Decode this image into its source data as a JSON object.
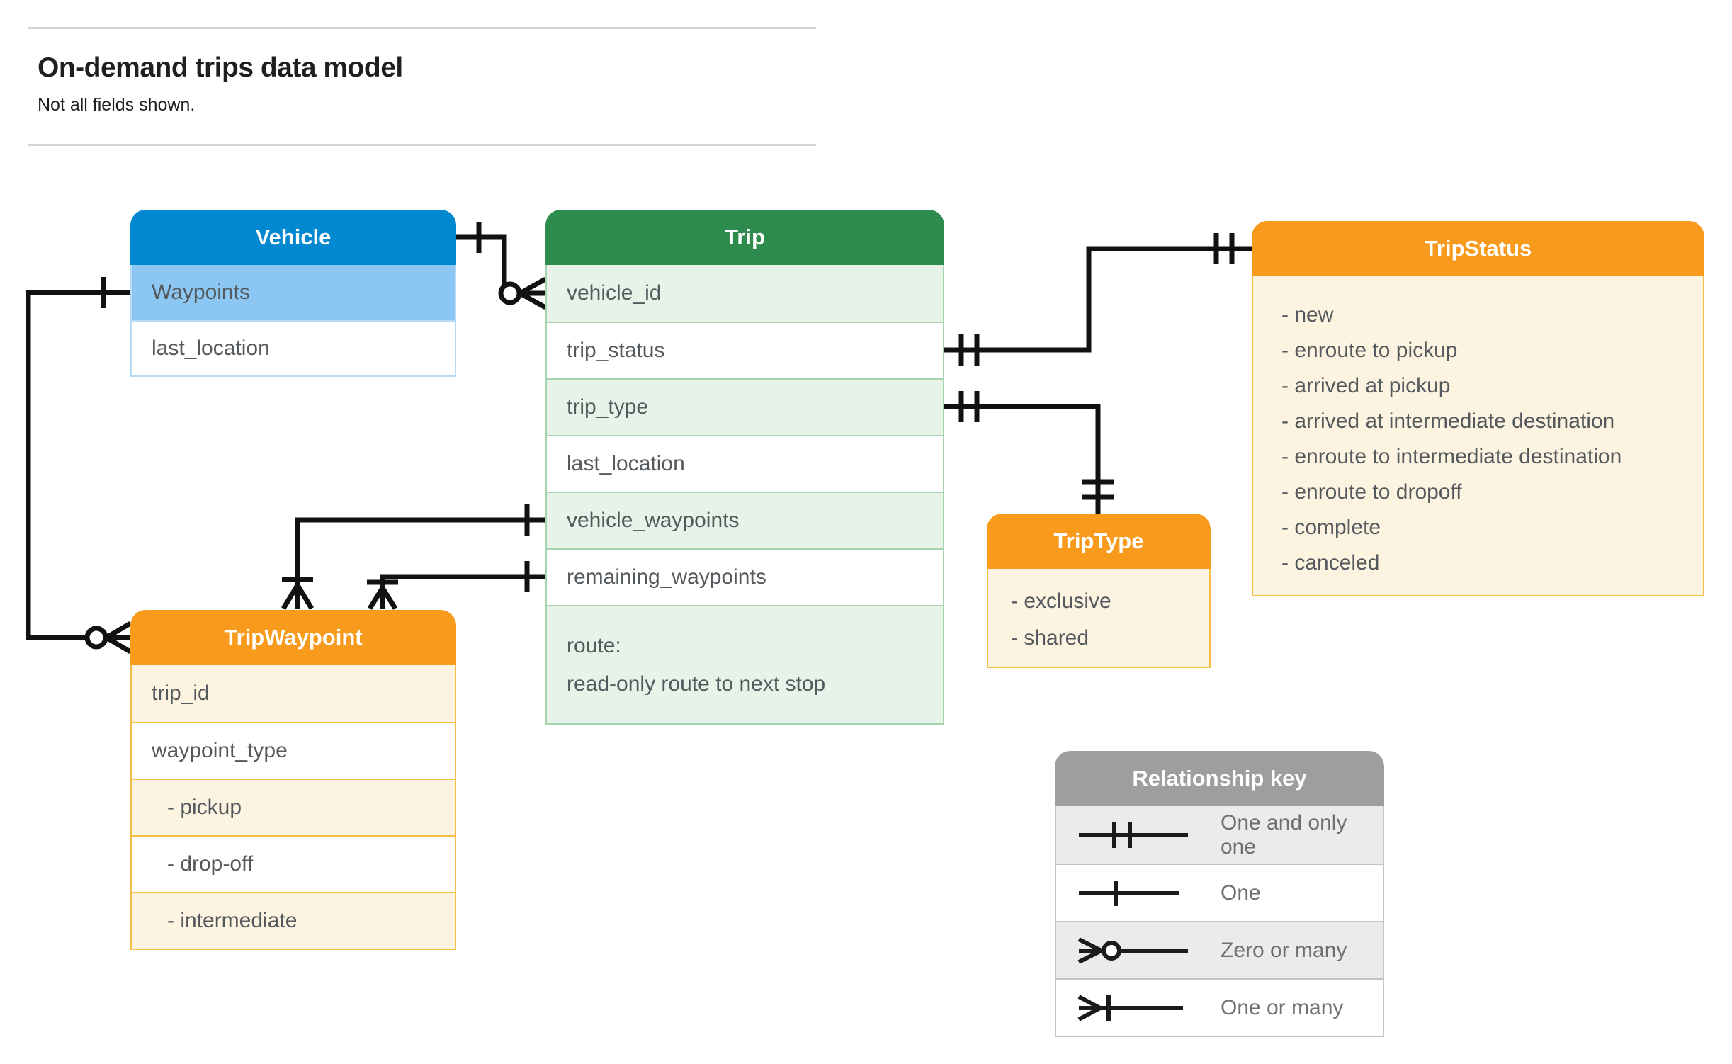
{
  "page": {
    "title": "On-demand trips data model",
    "subtitle": "Not all fields shown."
  },
  "colors": {
    "blue": "#0288d1",
    "blue-light": "#8cc6f2",
    "blue-border": "#b5dbf7",
    "green": "#2e8b4e",
    "green-light": "#e7f2e9",
    "green-border": "#a6d4ae",
    "orange": "#f89b1c",
    "cream": "#fdf3e1",
    "orange-border": "#f5bf45",
    "gray": "#9e9e9e",
    "gray-light": "#ebebeb",
    "gray-border": "#c4c4c4"
  },
  "entities": {
    "vehicle": {
      "title": "Vehicle",
      "rows": [
        {
          "text": "Waypoints",
          "tinted": true
        },
        {
          "text": "last_location",
          "tinted": false
        }
      ]
    },
    "trip": {
      "title": "Trip",
      "rows": [
        {
          "text": "vehicle_id",
          "tinted": true
        },
        {
          "text": "trip_status",
          "tinted": false
        },
        {
          "text": "trip_type",
          "tinted": true
        },
        {
          "text": "last_location",
          "tinted": false
        },
        {
          "text": "vehicle_waypoints",
          "tinted": true
        },
        {
          "text": "remaining_waypoints",
          "tinted": false
        },
        {
          "lines": [
            "route:",
            "read-only route to next stop"
          ],
          "tinted": true,
          "tall": true
        }
      ]
    },
    "tripstatus": {
      "title": "TripStatus",
      "items": [
        "- new",
        "- enroute to pickup",
        "- arrived at pickup",
        "- arrived at intermediate destination",
        "- enroute to intermediate destination",
        "- enroute to dropoff",
        "- complete",
        "- canceled"
      ]
    },
    "triptype": {
      "title": "TripType",
      "items": [
        "- exclusive",
        "- shared"
      ]
    },
    "tripwaypoint": {
      "title": "TripWaypoint",
      "rows": [
        {
          "text": "trip_id",
          "tinted": true
        },
        {
          "text": "waypoint_type",
          "tinted": false
        },
        {
          "text": "- pickup",
          "tinted": true,
          "indent": true
        },
        {
          "text": "- drop-off",
          "tinted": false,
          "indent": true
        },
        {
          "text": "- intermediate",
          "tinted": true,
          "indent": true
        }
      ]
    }
  },
  "legend": {
    "title": "Relationship key",
    "rows": [
      {
        "symbol": "one-and-only-one",
        "label": "One and only one"
      },
      {
        "symbol": "one",
        "label": "One"
      },
      {
        "symbol": "zero-or-many",
        "label": "Zero or many"
      },
      {
        "symbol": "one-or-many",
        "label": "One or many"
      }
    ]
  }
}
